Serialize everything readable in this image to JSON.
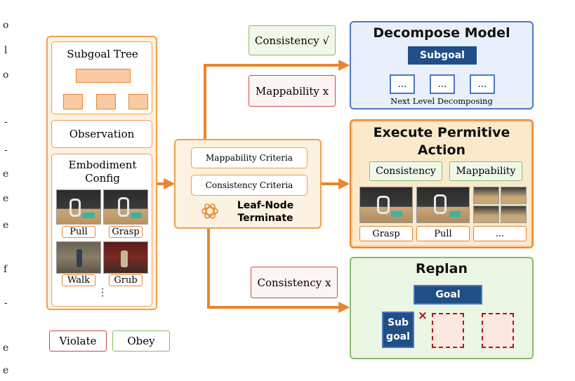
{
  "margin_glyphs": [
    "o",
    "l",
    "o",
    "-",
    "-",
    "e",
    "e",
    "e",
    "f",
    "-",
    "e",
    "e"
  ],
  "left_panel": {
    "subgoal_tree_title": "Subgoal Tree",
    "observation": "Observation",
    "embodiment_title_line1": "Embodiment",
    "embodiment_title_line2": "Config",
    "actions": [
      "Pull",
      "Grasp",
      "Walk",
      "Grub"
    ],
    "more": "⋮"
  },
  "legend": {
    "violate": "Violate",
    "obey": "Obey"
  },
  "center_panel": {
    "criteria": [
      "Mappability Criteria",
      "Consistency Criteria"
    ],
    "terminate_line1": "Leaf-Node",
    "terminate_line2": "Terminate"
  },
  "branch_labels": {
    "top_consistency": "Consistency √",
    "top_mappability": "Mappability x",
    "bottom_consistency": "Consistency x"
  },
  "decompose": {
    "title": "Decompose Model",
    "root": "Subgoal",
    "children": [
      "...",
      "...",
      "..."
    ],
    "caption": "Next Level Decomposing"
  },
  "execute": {
    "title_line1": "Execute Permitive",
    "title_line2": "Action",
    "checks": [
      "Consistency",
      "Mappability"
    ],
    "actions": [
      "Grasp",
      "Pull",
      "..."
    ]
  },
  "replan": {
    "title": "Replan",
    "goal": "Goal",
    "subgoal_line1": "Sub",
    "subgoal_line2": "goal",
    "fail_mark": "×"
  },
  "colors": {
    "orange_border": "#f0a04b",
    "orange_fill": "#fdf1e2",
    "blue_border": "#4a78c2",
    "blue_fill": "#e9f0fb",
    "dark_blue_node": "#1f4f86",
    "green_border": "#86bc6a",
    "green_fill": "#ecf6e4",
    "red_border": "#c94a4a",
    "arrow_orange": "#e8862e",
    "arrow_green": "#74b84f",
    "arrow_red": "#b4141d"
  }
}
